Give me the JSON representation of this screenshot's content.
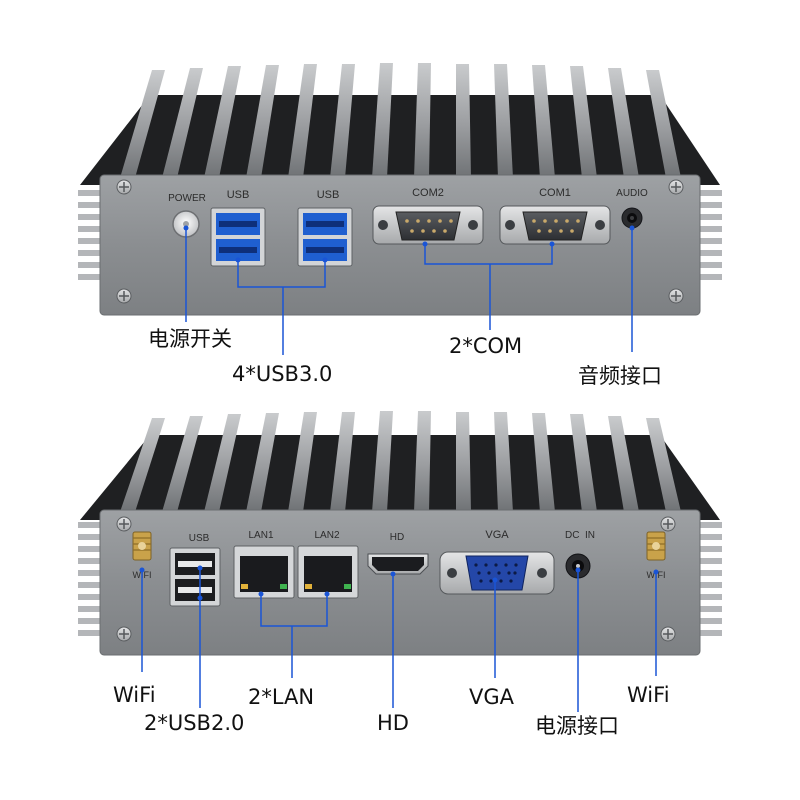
{
  "top_unit": {
    "panel_labels": {
      "power": "POWER",
      "usb_left": "USB",
      "usb_right": "USB",
      "com2": "COM2",
      "com1": "COM1",
      "audio": "AUDIO"
    },
    "callouts": {
      "power_switch": "电源开关",
      "usb3": "4*USB3.0",
      "com": "2*COM",
      "audio_port": "音频接口"
    }
  },
  "bottom_unit": {
    "panel_labels": {
      "wifi_left": "WIFI",
      "usb": "USB",
      "lan1": "LAN1",
      "lan2": "LAN2",
      "hd": "HD",
      "vga": "VGA",
      "dc_in": "DC  IN",
      "wifi_right": "WIFI"
    },
    "callouts": {
      "wifi_left": "WiFi",
      "usb2": "2*USB2.0",
      "lan": "2*LAN",
      "hd": "HD",
      "vga": "VGA",
      "power_port": "电源接口",
      "wifi_right": "WiFi"
    }
  },
  "colors": {
    "callout_line": "#1a55d6",
    "usb3_blue": "#1f5fd0",
    "vga_blue": "#2447a8",
    "panel_grey": "#8e9194",
    "fin_dark": "#1e1f21"
  }
}
